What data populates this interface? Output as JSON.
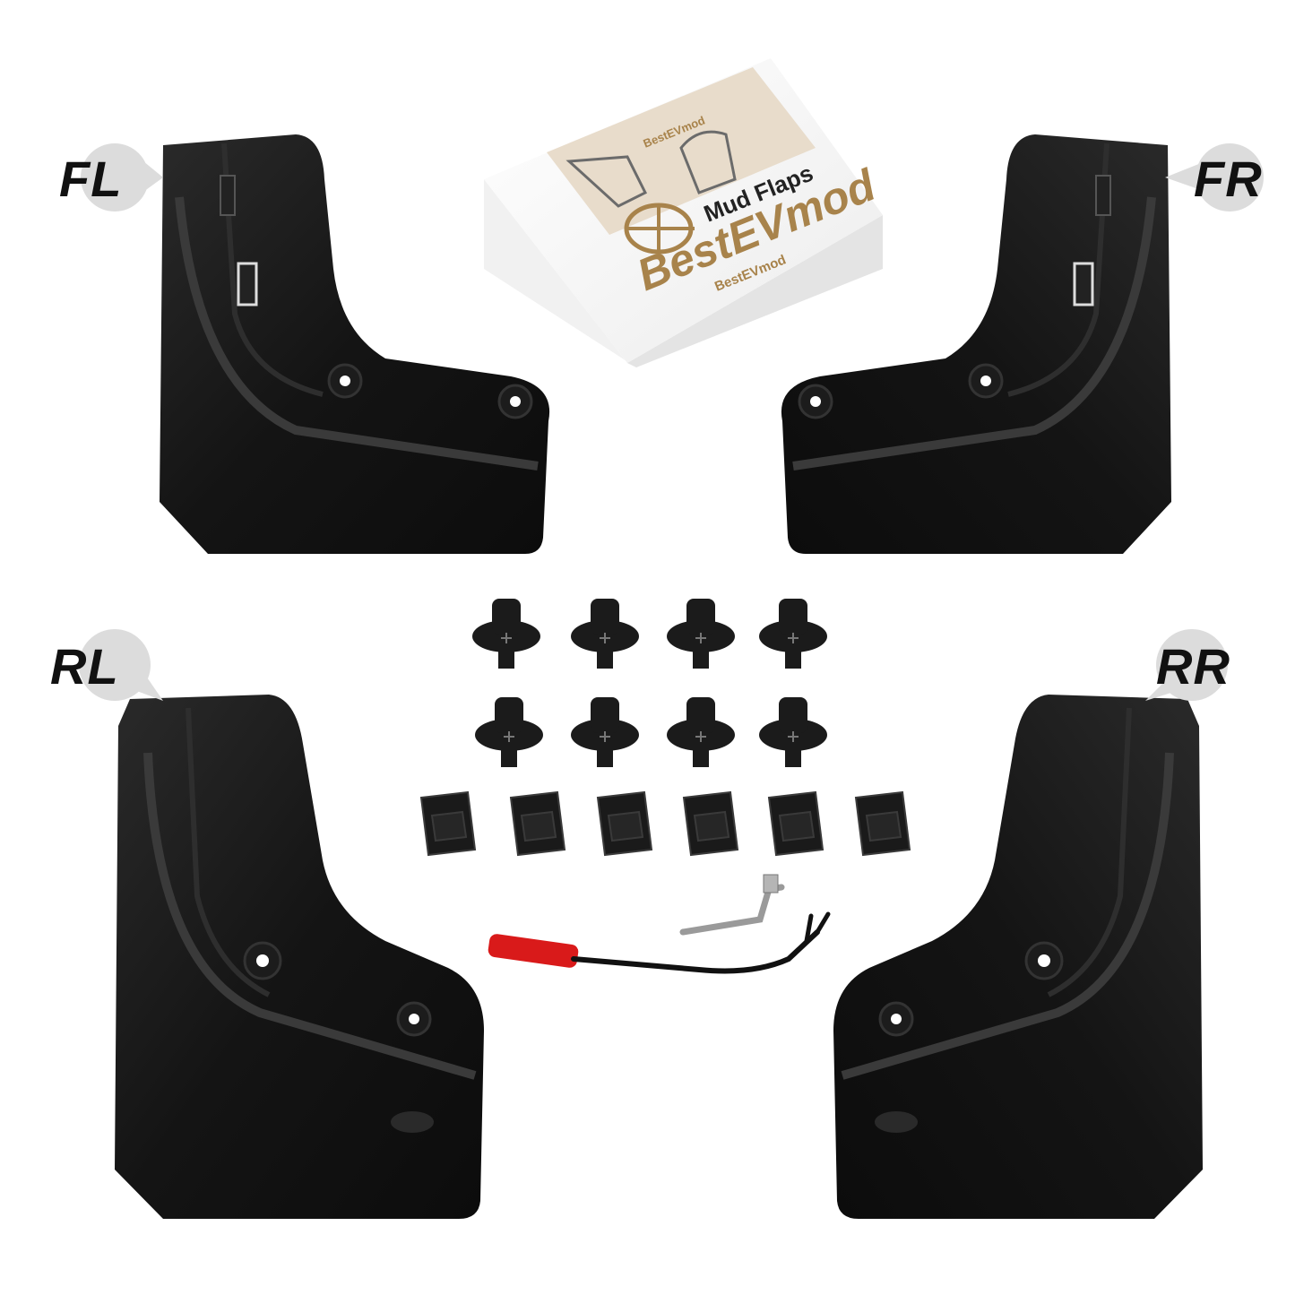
{
  "labels": {
    "front_left": "FL",
    "front_right": "FR",
    "rear_left": "RL",
    "rear_right": "RR"
  },
  "box": {
    "brand_top": "BestEVmod",
    "product": "Mud Flaps",
    "brand_large": "BestEVmod",
    "brand_front": "BestEVmod"
  },
  "colors": {
    "flap": "#151515",
    "box_gold": "#a8834b",
    "box_beige": "#e8dccb",
    "tool_red": "#d91a1a"
  }
}
